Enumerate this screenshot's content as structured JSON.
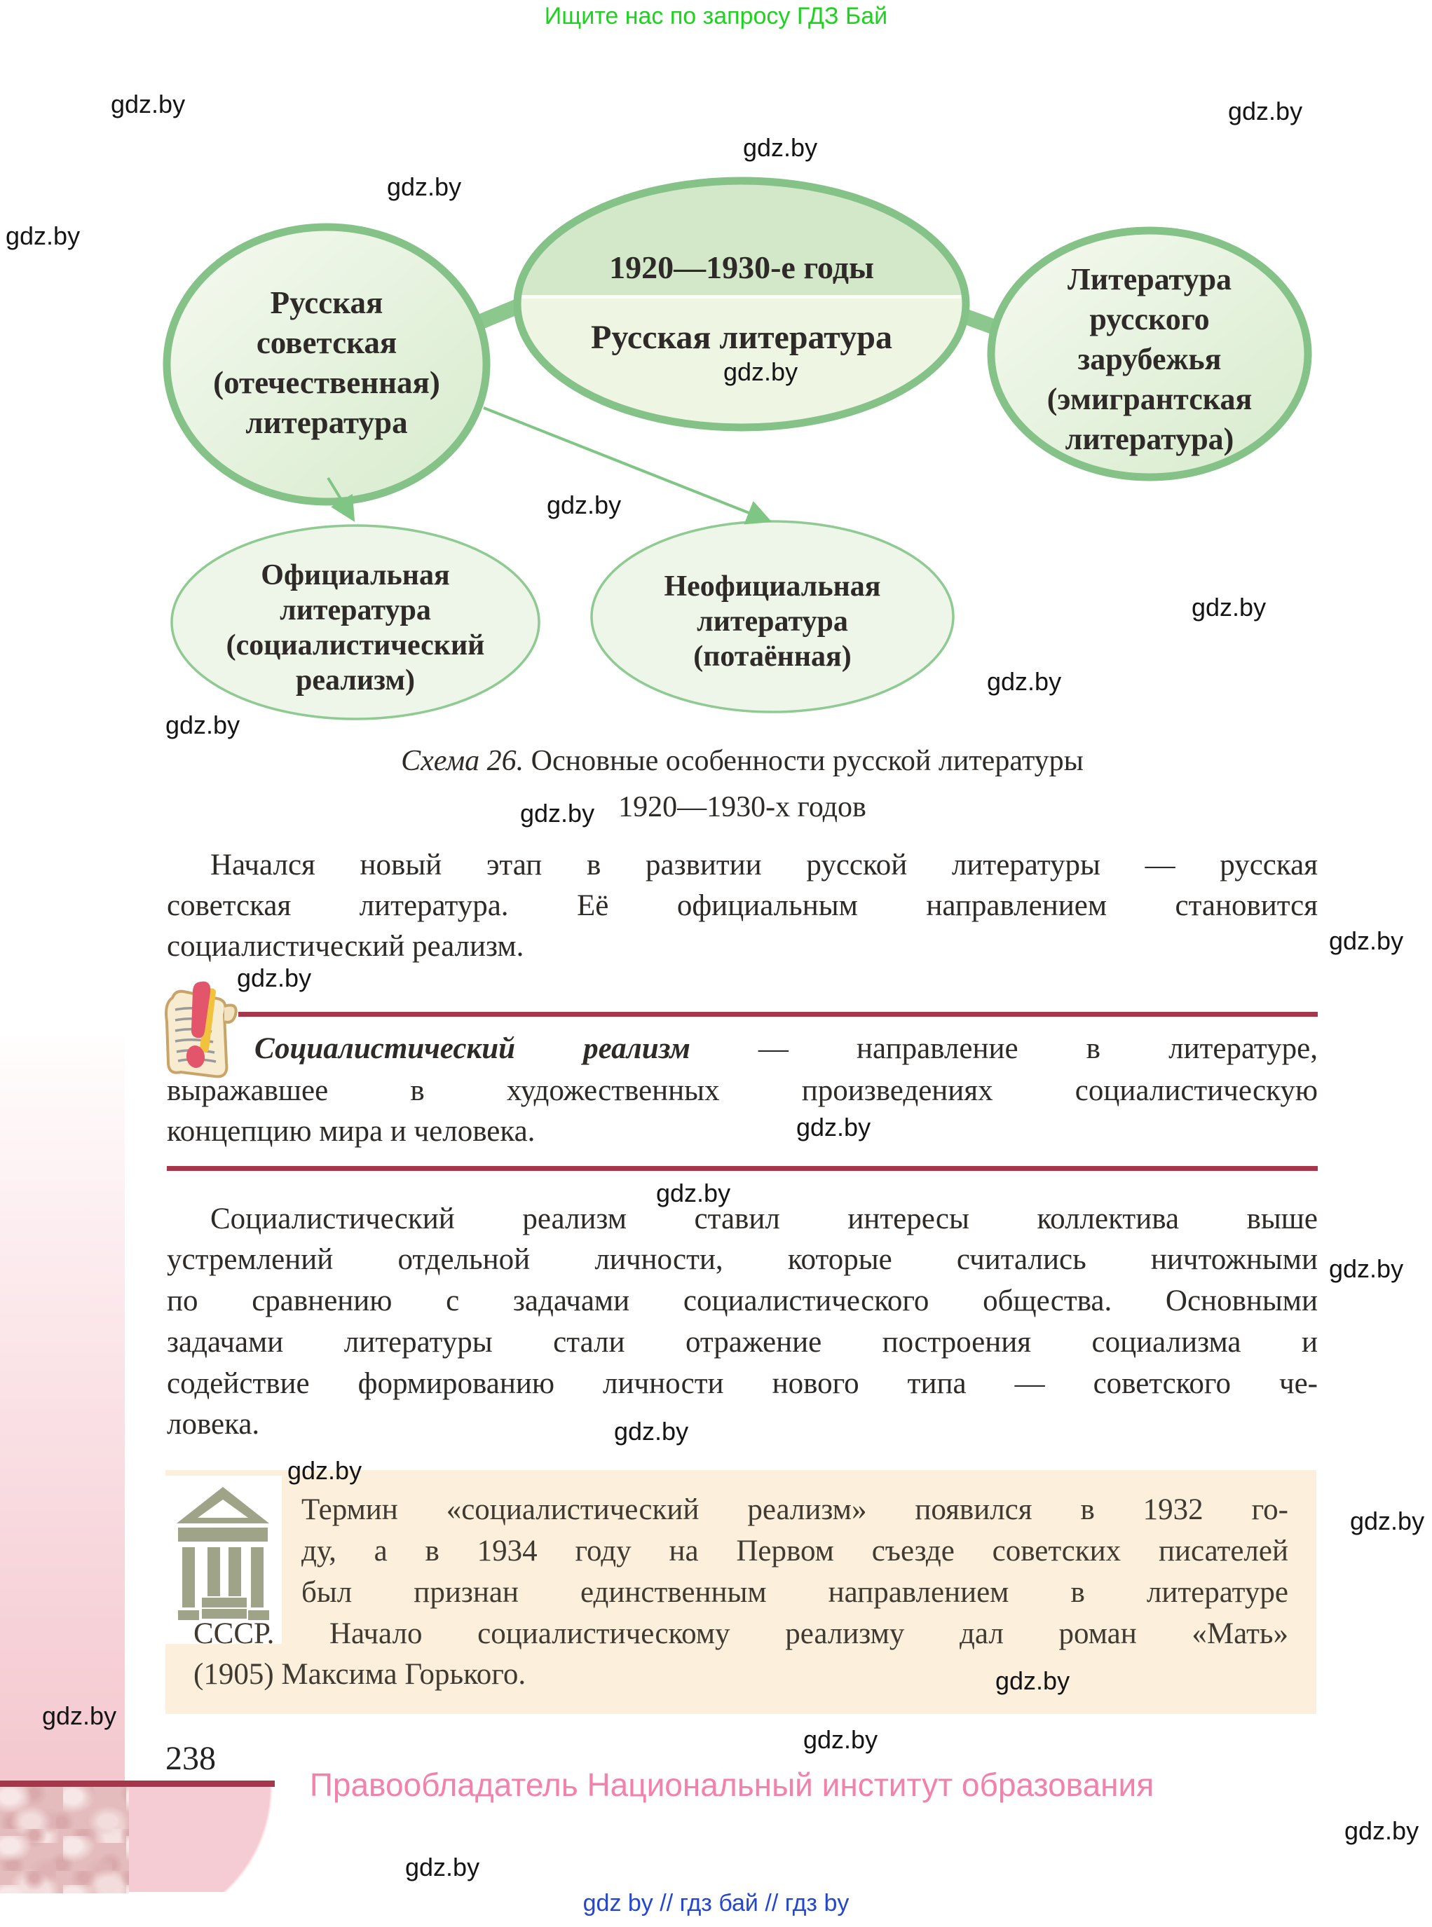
{
  "promo_banner": "Ищите нас по запросу ГДЗ Бай",
  "watermark": {
    "label": "gdz.by"
  },
  "diagram": {
    "center": {
      "line1": "1920—1930-е годы",
      "line2": "Русская литература"
    },
    "left": {
      "lines": [
        "Русская",
        "советская",
        "(отечественная)",
        "литература"
      ]
    },
    "right": {
      "lines": [
        "Литература",
        "русского",
        "зарубежья",
        "(эмигрантская",
        "литература)"
      ]
    },
    "bottom_left": {
      "lines": [
        "Официальная",
        "литература",
        "(социалистический",
        "реализм)"
      ]
    },
    "bottom_right": {
      "lines": [
        "Неофициальная",
        "литература",
        "(потаённая)"
      ]
    }
  },
  "caption": {
    "italic": "Схема 26.",
    "rest": " Основные особенности русской литературы",
    "line2": "1920—1930-х годов"
  },
  "paragraph1": {
    "lines": [
      "Начался новый этап в развитии русской литературы — русская",
      "советская литература. Её официальным направлением становится",
      "социалистический реализм."
    ]
  },
  "definition": {
    "term": "Социалистический реализм",
    "rest": " — направление в литературе,",
    "lines": [
      "выражавшее в художественных произведениях социалистическую",
      "концепцию мира и человека."
    ]
  },
  "paragraph2": {
    "lines": [
      "Социалистический реализм ставил интересы коллектива выше",
      "устремлений отдельной личности, которые считались ничтожными",
      "по сравнению с задачами социалистического общества. Основными",
      "задачами литературы стали отражение построения социализма и",
      "содействие формированию личности нового типа — советского че-",
      "ловека."
    ]
  },
  "infobox": {
    "lines": [
      "Термин «социалистический реализм» появился в 1932 го-",
      "ду, а в 1934 году на Первом съезде советских писателей",
      "был признан единственным направлением в литературе",
      "СССР. Начало социалистическому реализму дал роман «Мать»",
      "(1905) Максима Горького."
    ]
  },
  "page_footer": {
    "page_number": "238",
    "copyright": "Правообладатель Национальный институт образования",
    "links": "gdz by  //  гдз бай  //  гдз by"
  },
  "colors": {
    "accent_green": "#85c288",
    "light_green_fill": "#eef6e9",
    "rule_red": "#a6364a",
    "infobox_bg": "#fcefdc",
    "promo_green": "#1ed31e",
    "footer_pink": "#f07fa8",
    "footer_blue": "#2546cf"
  }
}
